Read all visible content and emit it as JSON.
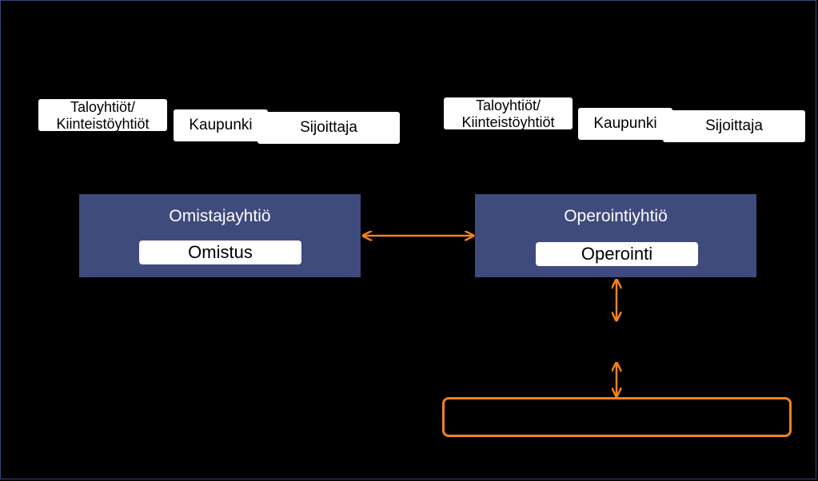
{
  "left_group": {
    "stakeholders": {
      "housing": {
        "line1": "Taloyhtiöt/",
        "line2": "Kiinteistöyhtiöt"
      },
      "city": "Kaupunki",
      "investor": "Sijoittaja"
    },
    "company": {
      "title": "Omistajayhtiö",
      "role": "Omistus"
    }
  },
  "right_group": {
    "stakeholders": {
      "housing": {
        "line1": "Taloyhtiöt/",
        "line2": "Kiinteistöyhtiöt"
      },
      "city": "Kaupunki",
      "investor": "Sijoittaja"
    },
    "company": {
      "title": "Operointiyhtiö",
      "role": "Operointi"
    }
  },
  "colors": {
    "background": "#000000",
    "company_fill": "#3f4b7c",
    "arrow": "#f0821e",
    "chip_fill": "#ffffff"
  }
}
